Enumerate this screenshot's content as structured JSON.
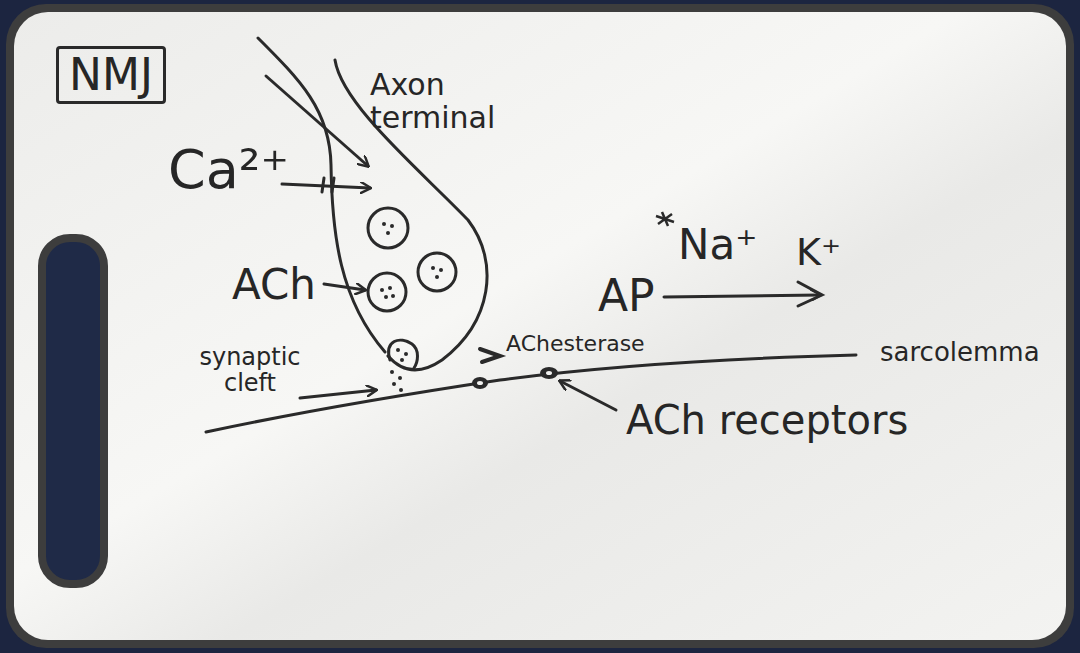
{
  "diagram": {
    "nodes": [
      {
        "text": [
          "NMJ"
        ]
      }
    ],
    "labels": [
      "Axon terminal",
      "Ca²⁺",
      "ACh",
      "synaptic cleft",
      "AChesterase",
      "Na⁺",
      "K⁺",
      "AP",
      "sarcolemma",
      "ACh receptors"
    ]
  }
}
